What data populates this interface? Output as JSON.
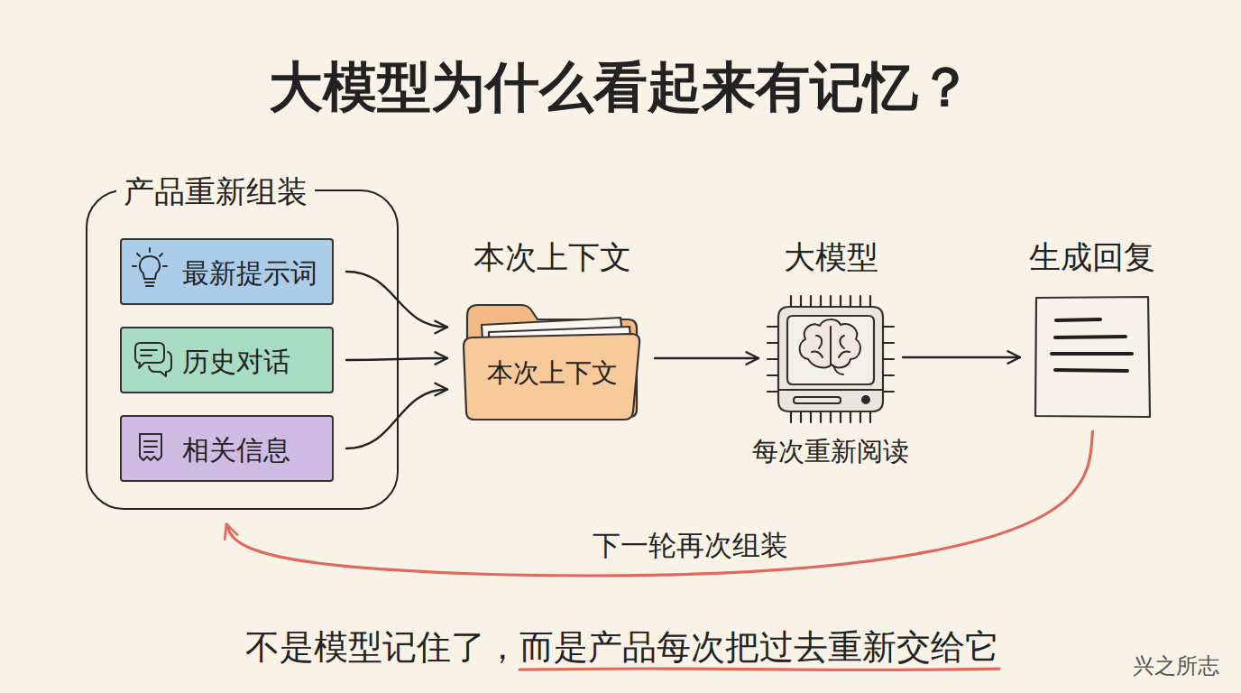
{
  "diagram": {
    "title": "大模型为什么看起来有记忆？",
    "caption": "不是模型记住了，而是产品每次把过去重新交给它",
    "nodes": [
      {
        "text": [
          "产品重新组装"
        ]
      },
      {
        "text": [
          "最新提示词"
        ],
        "in": 0
      },
      {
        "text": [
          "历史对话"
        ],
        "in": 0
      },
      {
        "text": [
          "相关信息"
        ],
        "in": 0
      },
      {
        "text": [
          "本次上下文",
          "本次上下文"
        ]
      },
      {
        "text": [
          "大模型",
          "每次重新阅读"
        ]
      },
      {
        "text": [
          "生成回复"
        ]
      }
    ],
    "edges": [
      {
        "from": 1,
        "to": 4,
        "arrow": "to"
      },
      {
        "from": 2,
        "to": 4,
        "arrow": "to"
      },
      {
        "from": 3,
        "to": 4,
        "arrow": "to"
      },
      {
        "from": 4,
        "to": 5,
        "arrow": "to"
      },
      {
        "from": 5,
        "to": 6,
        "arrow": "to"
      },
      {
        "from": 6,
        "to": 0,
        "arrow": "to",
        "label": "下一轮再次组装"
      }
    ],
    "labels": [
      "兴之所志"
    ]
  }
}
